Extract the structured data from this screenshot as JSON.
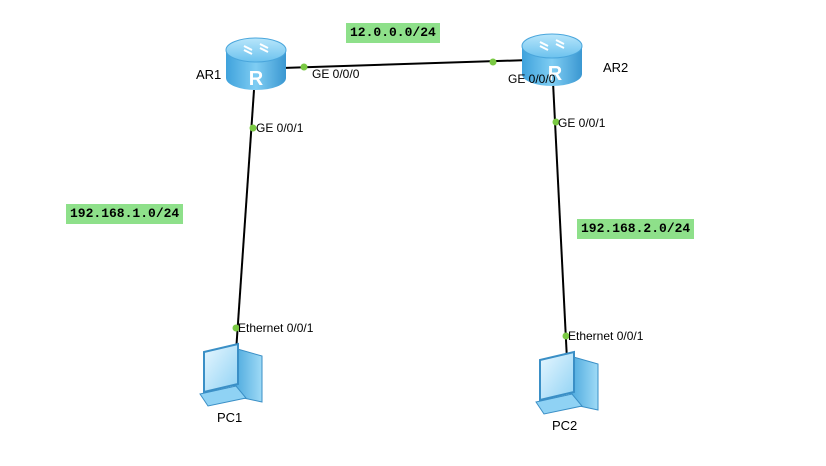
{
  "devices": {
    "ar1": {
      "name": "AR1",
      "glyph": "R"
    },
    "ar2": {
      "name": "AR2",
      "glyph": "R"
    },
    "pc1": {
      "name": "PC1"
    },
    "pc2": {
      "name": "PC2"
    }
  },
  "interfaces": {
    "ar1_ge000": "GE 0/0/0",
    "ar1_ge001": "GE 0/0/1",
    "ar2_ge000": "GE 0/0/0",
    "ar2_ge001": "GE 0/0/1",
    "pc1_eth": "Ethernet 0/0/1",
    "pc2_eth": "Ethernet 0/0/1"
  },
  "networks": {
    "wan": "12.0.0.0/24",
    "lan1": "192.168.1.0/24",
    "lan2": "192.168.2.0/24"
  },
  "colors": {
    "label_bg": "#8ee08a",
    "port_dot": "#7ac943",
    "router_body": "#5fb8e8",
    "link": "#000000"
  }
}
